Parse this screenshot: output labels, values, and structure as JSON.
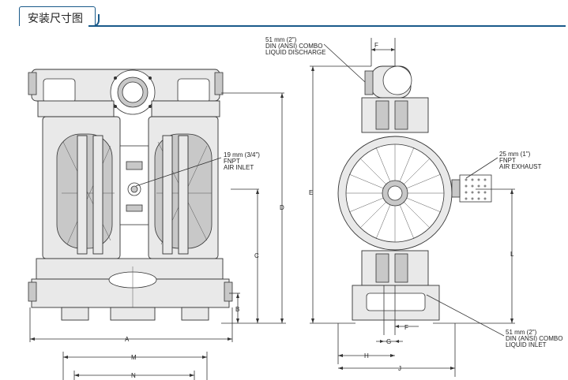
{
  "header": {
    "title": "安装尺寸图"
  },
  "callouts": {
    "discharge": [
      "51 mm (2\")",
      "DIN (ANSI) COMBO",
      "LIQUID DISCHARGE"
    ],
    "air_inlet": [
      "19 mm (3/4\")",
      "FNPT",
      "AIR INLET"
    ],
    "exhaust": [
      "25 mm (1\")",
      "FNPT",
      "AIR EXHAUST"
    ],
    "inlet": [
      "51 mm (2\")",
      "DIN (ANSI) COMBO",
      "LIQUID INLET"
    ]
  },
  "dimensions": {
    "A": "A",
    "B": "B",
    "C": "C",
    "D": "D",
    "E": "E",
    "F": "F",
    "G": "G",
    "H": "H",
    "J": "J",
    "L": "L",
    "M": "M",
    "N": "N"
  }
}
